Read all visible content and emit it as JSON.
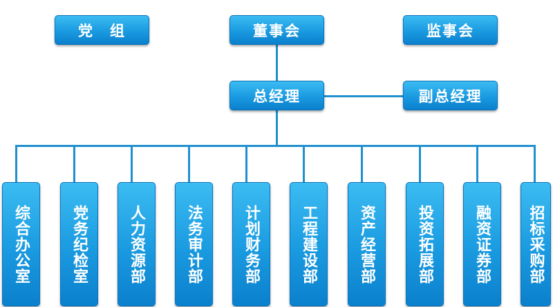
{
  "top_row": [
    {
      "label": "党　组"
    },
    {
      "label": "董事会"
    },
    {
      "label": "监事会"
    }
  ],
  "general_manager": "总经理",
  "deputy_general_manager": "副总经理",
  "departments": [
    "综合办公室",
    "党务纪检室",
    "人力资源部",
    "法务审计部",
    "计划财务部",
    "工程建设部",
    "资产经营部",
    "投资拓展部",
    "融资证券部",
    "招标采购部"
  ],
  "colors": {
    "box": "#1a9ae0",
    "line": "#1e8fcf",
    "text": "#ffffff"
  }
}
